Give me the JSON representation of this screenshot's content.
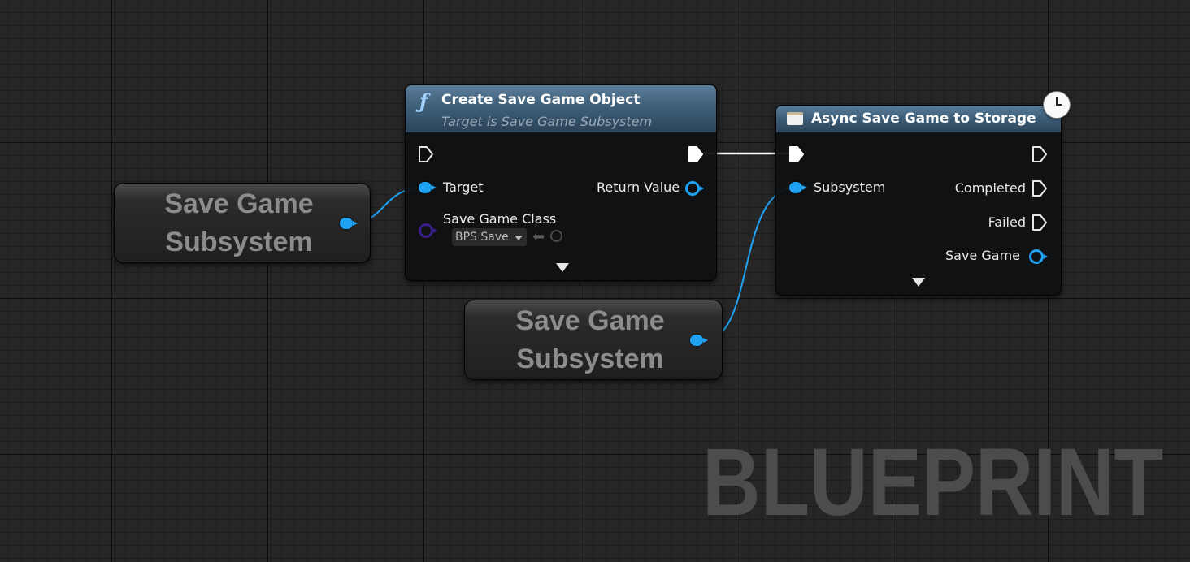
{
  "graph": {
    "watermark": "BLUEPRINT",
    "create_node": {
      "title": "Create Save Game Object",
      "subtitle": "Target is Save Game Subsystem",
      "title_icon": "function-icon",
      "pins": {
        "target": "Target",
        "return_value": "Return Value",
        "save_game_class": "Save Game Class"
      },
      "class_dropdown_value": "BPS Save"
    },
    "async_node": {
      "title": "Async Save Game to Storage",
      "title_icon": "node-icon",
      "latent_icon": "clock-icon",
      "pins": {
        "subsystem": "Subsystem",
        "completed": "Completed",
        "failed": "Failed",
        "save_game": "Save Game"
      }
    },
    "subsystem_node_1": {
      "title_line1": "Save Game",
      "title_line2": "Subsystem"
    },
    "subsystem_node_2": {
      "title_line1": "Save Game",
      "title_line2": "Subsystem"
    }
  },
  "colors": {
    "object_pin": "#1fa2f2",
    "class_pin": "#3a1d8c",
    "exec_wire": "#ffffff",
    "header_blue": "#3e5f7a",
    "canvas": "#262626"
  }
}
